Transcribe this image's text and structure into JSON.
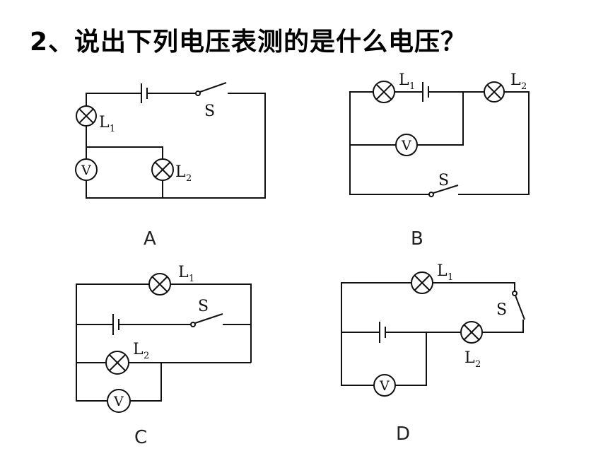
{
  "title": "2、说出下列电压表测的是什么电压？",
  "labels": {
    "lamp": "L",
    "sub1": "1",
    "sub2": "2",
    "switch": "S",
    "voltmeter": "V"
  },
  "diagrams": [
    {
      "id": "A",
      "caption": "A"
    },
    {
      "id": "B",
      "caption": "B"
    },
    {
      "id": "C",
      "caption": "C"
    },
    {
      "id": "D",
      "caption": "D"
    }
  ]
}
